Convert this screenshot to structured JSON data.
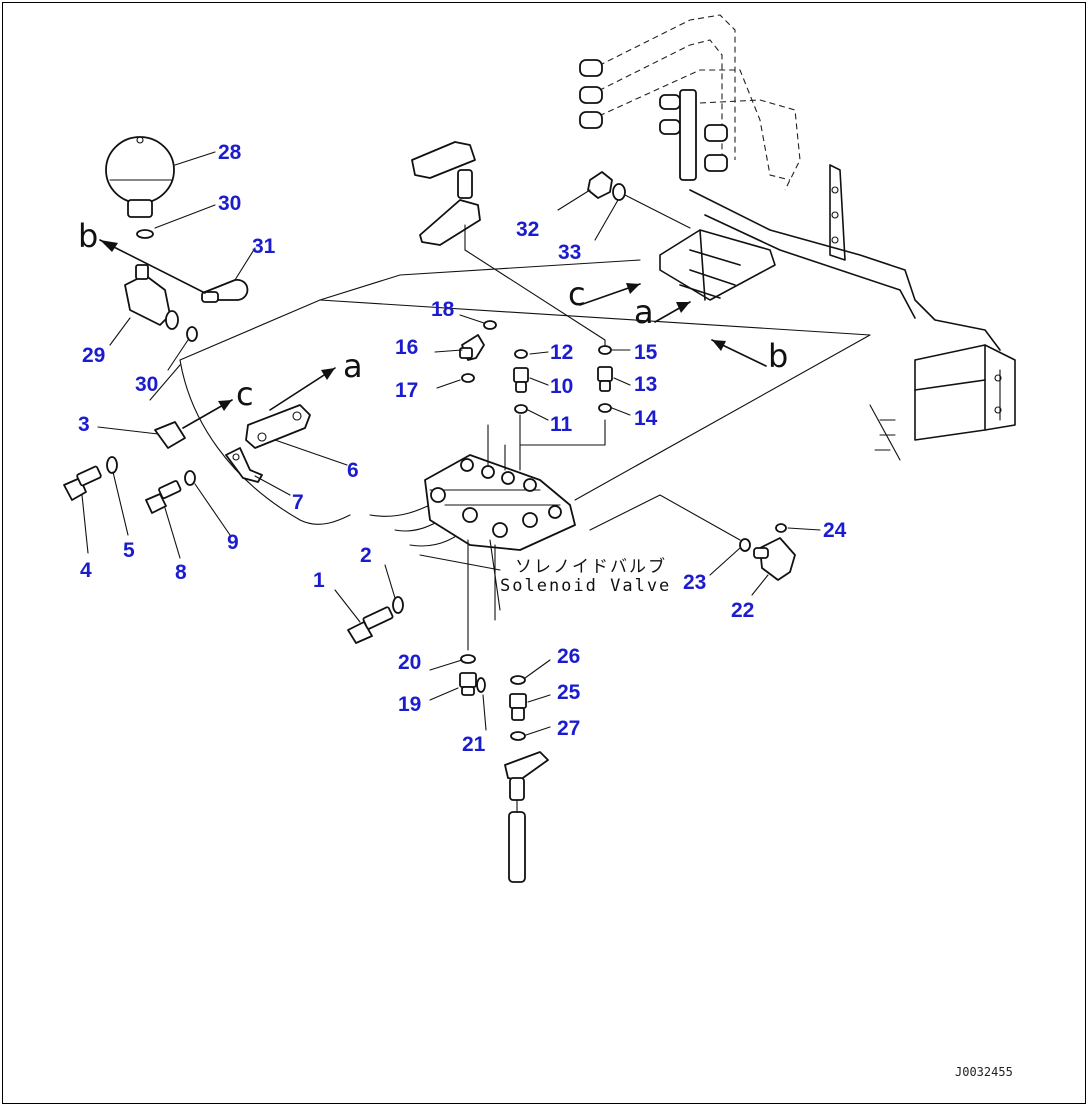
{
  "diagram": {
    "label_japanese": "ソレノイドバルブ",
    "label_english": "Solenoid Valve",
    "drawing_code": "J0032455",
    "direction_letters": [
      "a",
      "b",
      "c"
    ],
    "callouts": [
      "1",
      "2",
      "3",
      "4",
      "5",
      "6",
      "7",
      "8",
      "9",
      "10",
      "11",
      "12",
      "13",
      "14",
      "15",
      "16",
      "17",
      "18",
      "19",
      "20",
      "21",
      "22",
      "23",
      "24",
      "25",
      "26",
      "27",
      "28",
      "29",
      "30",
      "31",
      "32",
      "33"
    ],
    "label_color": "#1c1ccf"
  }
}
